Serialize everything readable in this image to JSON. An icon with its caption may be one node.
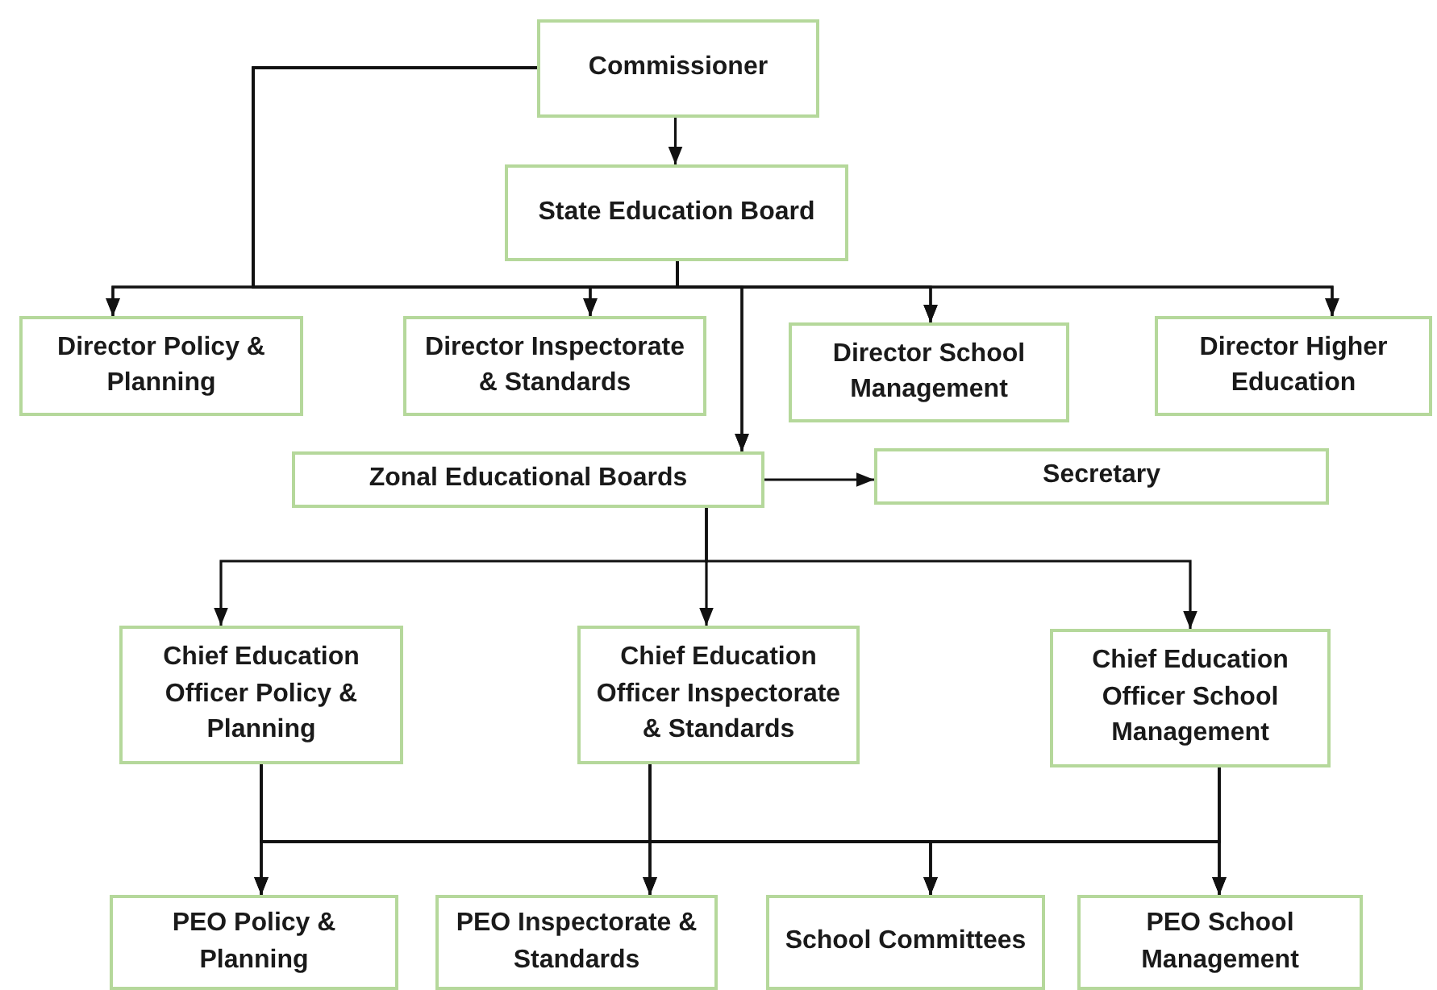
{
  "diagram": {
    "nodes": [
      {
        "text": [
          "Commissioner"
        ]
      },
      {
        "text": [
          "State Education Board"
        ]
      },
      {
        "text": [
          "Director Policy & Planning"
        ]
      },
      {
        "text": [
          "Director Inspectorate & Standards"
        ]
      },
      {
        "text": [
          "Director School Management"
        ]
      },
      {
        "text": [
          "Director Higher Education"
        ]
      },
      {
        "text": [
          "Zonal Educational Boards"
        ]
      },
      {
        "text": [
          "Secretary"
        ]
      },
      {
        "text": [
          "Chief Education Officer Policy & Planning"
        ]
      },
      {
        "text": [
          "Chief Education Officer Inspectorate & Standards"
        ]
      },
      {
        "text": [
          "Chief Education Officer School Management"
        ]
      },
      {
        "text": [
          "PEO Policy & Planning"
        ]
      },
      {
        "text": [
          "PEO Inspectorate & Standards"
        ]
      },
      {
        "text": [
          "School Committees"
        ]
      },
      {
        "text": [
          "PEO School Management"
        ]
      }
    ],
    "edges": [
      {
        "from": 0,
        "to": 1,
        "arrow": "to"
      },
      {
        "from": 0,
        "to": 2,
        "arrow": "to"
      },
      {
        "from": 0,
        "to": 3,
        "arrow": "to"
      },
      {
        "from": 0,
        "to": 4,
        "arrow": "to"
      },
      {
        "from": 0,
        "to": 5,
        "arrow": "to"
      },
      {
        "from": 0,
        "to": 6,
        "arrow": "to"
      },
      {
        "from": 1,
        "to": 2,
        "arrow": "to"
      },
      {
        "from": 1,
        "to": 3,
        "arrow": "to"
      },
      {
        "from": 1,
        "to": 4,
        "arrow": "to"
      },
      {
        "from": 1,
        "to": 5,
        "arrow": "to"
      },
      {
        "from": 1,
        "to": 6,
        "arrow": "to"
      },
      {
        "from": 6,
        "to": 7,
        "arrow": "to"
      },
      {
        "from": 6,
        "to": 8,
        "arrow": "to"
      },
      {
        "from": 6,
        "to": 9,
        "arrow": "to"
      },
      {
        "from": 6,
        "to": 10,
        "arrow": "to"
      },
      {
        "from": 8,
        "to": 11,
        "arrow": "to"
      },
      {
        "from": 8,
        "to": 12,
        "arrow": "to"
      },
      {
        "from": 8,
        "to": 13,
        "arrow": "to"
      },
      {
        "from": 8,
        "to": 14,
        "arrow": "to"
      },
      {
        "from": 9,
        "to": 11,
        "arrow": "to"
      },
      {
        "from": 9,
        "to": 12,
        "arrow": "to"
      },
      {
        "from": 9,
        "to": 13,
        "arrow": "to"
      },
      {
        "from": 9,
        "to": 14,
        "arrow": "to"
      },
      {
        "from": 10,
        "to": 11,
        "arrow": "to"
      },
      {
        "from": 10,
        "to": 12,
        "arrow": "to"
      },
      {
        "from": 10,
        "to": 13,
        "arrow": "to"
      },
      {
        "from": 10,
        "to": 14,
        "arrow": "to"
      }
    ]
  }
}
